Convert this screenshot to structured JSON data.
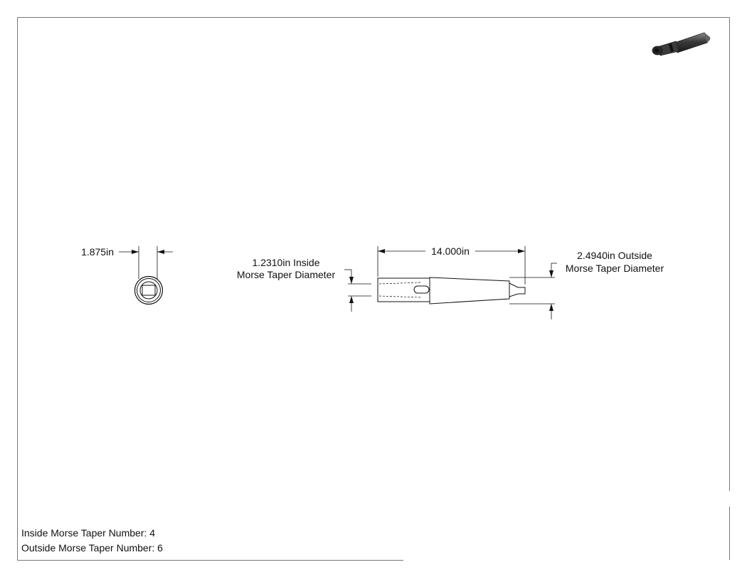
{
  "drawing": {
    "dimensions": {
      "diameter_end_view": "1.875in",
      "overall_length": "14.000in",
      "inside_diameter_line1": "1.2310in Inside",
      "inside_diameter_line2": "Morse Taper Diameter",
      "outside_diameter_line1": "2.4940in Outside",
      "outside_diameter_line2": "Morse Taper Diameter"
    },
    "notes": {
      "inside_taper": "Inside Morse Taper Number: 4",
      "outside_taper": "Outside Morse Taper Number: 6"
    },
    "icons": {
      "thumbnail": "morse-taper-sleeve-3d-thumbnail-icon"
    }
  }
}
